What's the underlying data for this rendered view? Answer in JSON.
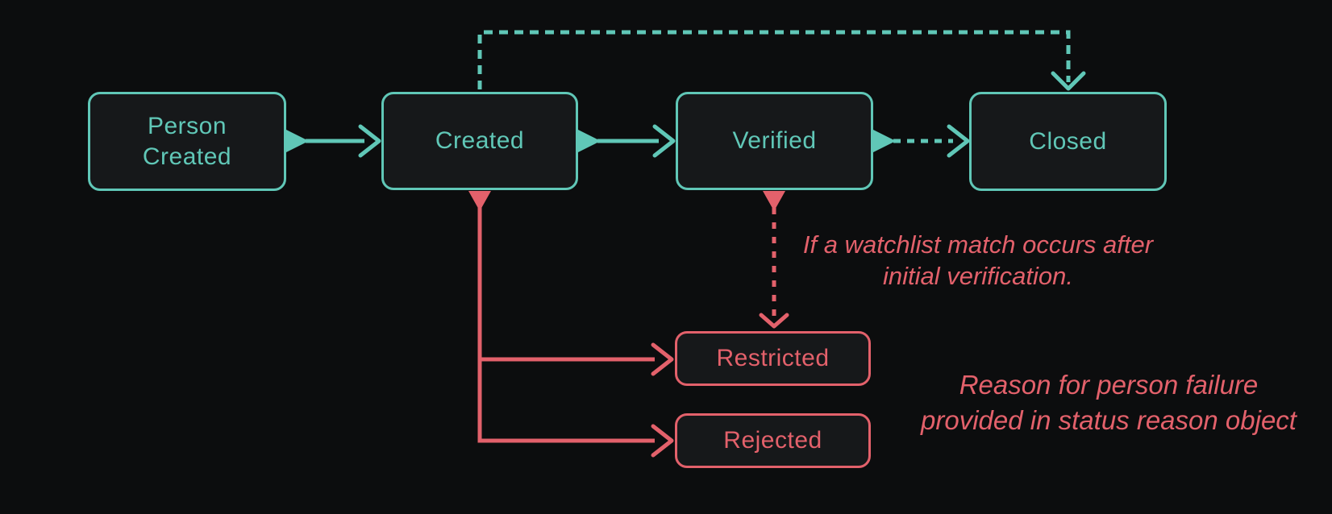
{
  "colors": {
    "background": "#0c0d0e",
    "teal": "#60c7b7",
    "red": "#e3616b",
    "node_fill": "#16181a"
  },
  "nodes": {
    "person_created": {
      "line1": "Person",
      "line2": "Created"
    },
    "created": {
      "label": "Created"
    },
    "verified": {
      "label": "Verified"
    },
    "closed": {
      "label": "Closed"
    },
    "restricted": {
      "label": "Restricted"
    },
    "rejected": {
      "label": "Rejected"
    }
  },
  "notes": {
    "watchlist": {
      "line1": "If a watchlist match occurs after",
      "line2": "initial verification."
    },
    "reason": {
      "line1": "Reason for person failure",
      "line2": "provided in status reason object"
    }
  },
  "edges": [
    {
      "from": "person_created",
      "to": "created",
      "style": "solid",
      "color": "teal"
    },
    {
      "from": "created",
      "to": "verified",
      "style": "solid",
      "color": "teal"
    },
    {
      "from": "verified",
      "to": "closed",
      "style": "dashed",
      "color": "teal"
    },
    {
      "from": "created",
      "to": "closed",
      "style": "dashed",
      "color": "teal",
      "route": "over-top"
    },
    {
      "from": "created",
      "to": "restricted",
      "style": "solid",
      "color": "red"
    },
    {
      "from": "created",
      "to": "rejected",
      "style": "solid",
      "color": "red"
    },
    {
      "from": "verified",
      "to": "restricted",
      "style": "dashed",
      "color": "red"
    }
  ]
}
